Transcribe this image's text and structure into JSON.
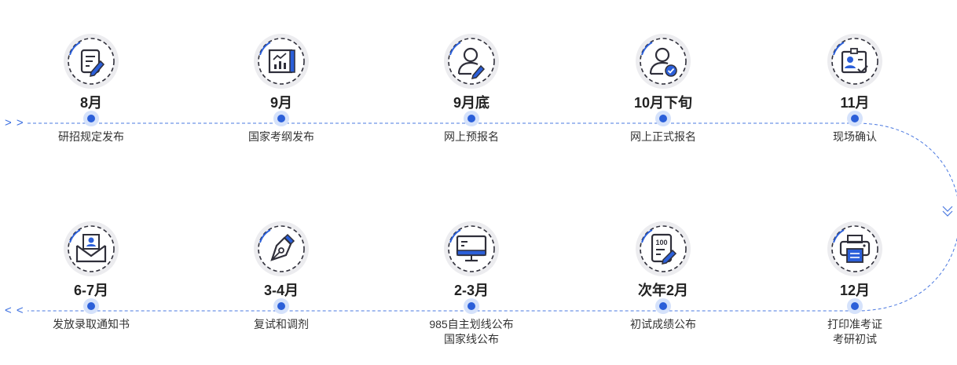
{
  "colors": {
    "accent": "#2b5fd9",
    "node_halo": "#d5e2fb",
    "icon_bg": "#ececef",
    "line": "#4a78e0"
  },
  "flow_markers": {
    "start": "> >",
    "end": "< <"
  },
  "top_row": [
    {
      "date": "8月",
      "label": "研招规定发布",
      "icon": "edit-document-icon"
    },
    {
      "date": "9月",
      "label": "国家考纲发布",
      "icon": "chart-report-icon"
    },
    {
      "date": "9月底",
      "label": "网上预报名",
      "icon": "user-edit-icon"
    },
    {
      "date": "10月下旬",
      "label": "网上正式报名",
      "icon": "user-verified-icon"
    },
    {
      "date": "11月",
      "label": "现场确认",
      "icon": "id-badge-check-icon"
    }
  ],
  "bottom_row": [
    {
      "date": "6-7月",
      "label": "发放录取通知书",
      "icon": "mail-user-icon"
    },
    {
      "date": "3-4月",
      "label": "复试和调剂",
      "icon": "pen-nib-icon"
    },
    {
      "date": "2-3月",
      "label": "985自主划线公布\n国家线公布",
      "icon": "monitor-icon"
    },
    {
      "date": "次年2月",
      "label": "初试成绩公布",
      "icon": "score-sheet-icon"
    },
    {
      "date": "12月",
      "label": "打印准考证\n考研初试",
      "icon": "printer-icon"
    }
  ]
}
